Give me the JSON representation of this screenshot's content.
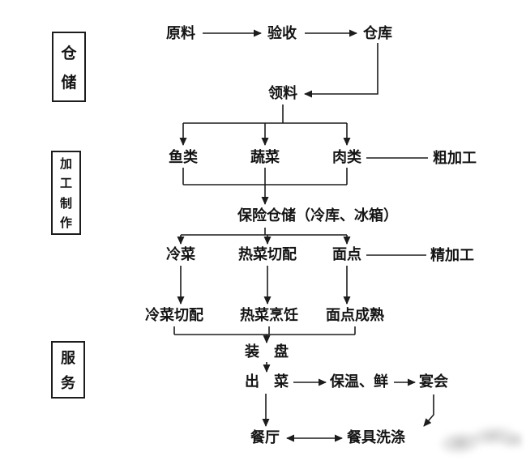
{
  "stages": {
    "warehouse": {
      "chars": [
        "仓",
        "储"
      ]
    },
    "processing": {
      "chars": [
        "加",
        "工",
        "制",
        "作"
      ]
    },
    "service": {
      "chars": [
        "服",
        "务"
      ]
    }
  },
  "nodes": {
    "raw_material": "原料",
    "inspection": "验收",
    "warehouse": "仓库",
    "requisition": "领料",
    "fish": "鱼类",
    "vegetables": "蔬菜",
    "meat": "肉类",
    "rough_processing": "粗加工",
    "fresh_storage": "保险仓储（冷库、冰箱）",
    "cold_dishes": "冷菜",
    "hot_dish_cutting": "热菜切配",
    "pastry": "面点",
    "fine_processing": "精加工",
    "cold_dish_prep": "冷菜切配",
    "hot_dish_cooking": "热菜烹饪",
    "pastry_finished": "面点成熟",
    "plating": "装　盘",
    "dish_out": "出　菜",
    "keep_warm_fresh": "保温、鲜",
    "banquet": "宴会",
    "dining_room": "餐厅",
    "dishwashing": "餐具洗涤"
  },
  "colors": {
    "background": "#ffffff",
    "line": "#1c1c1c",
    "text": "#141414"
  }
}
